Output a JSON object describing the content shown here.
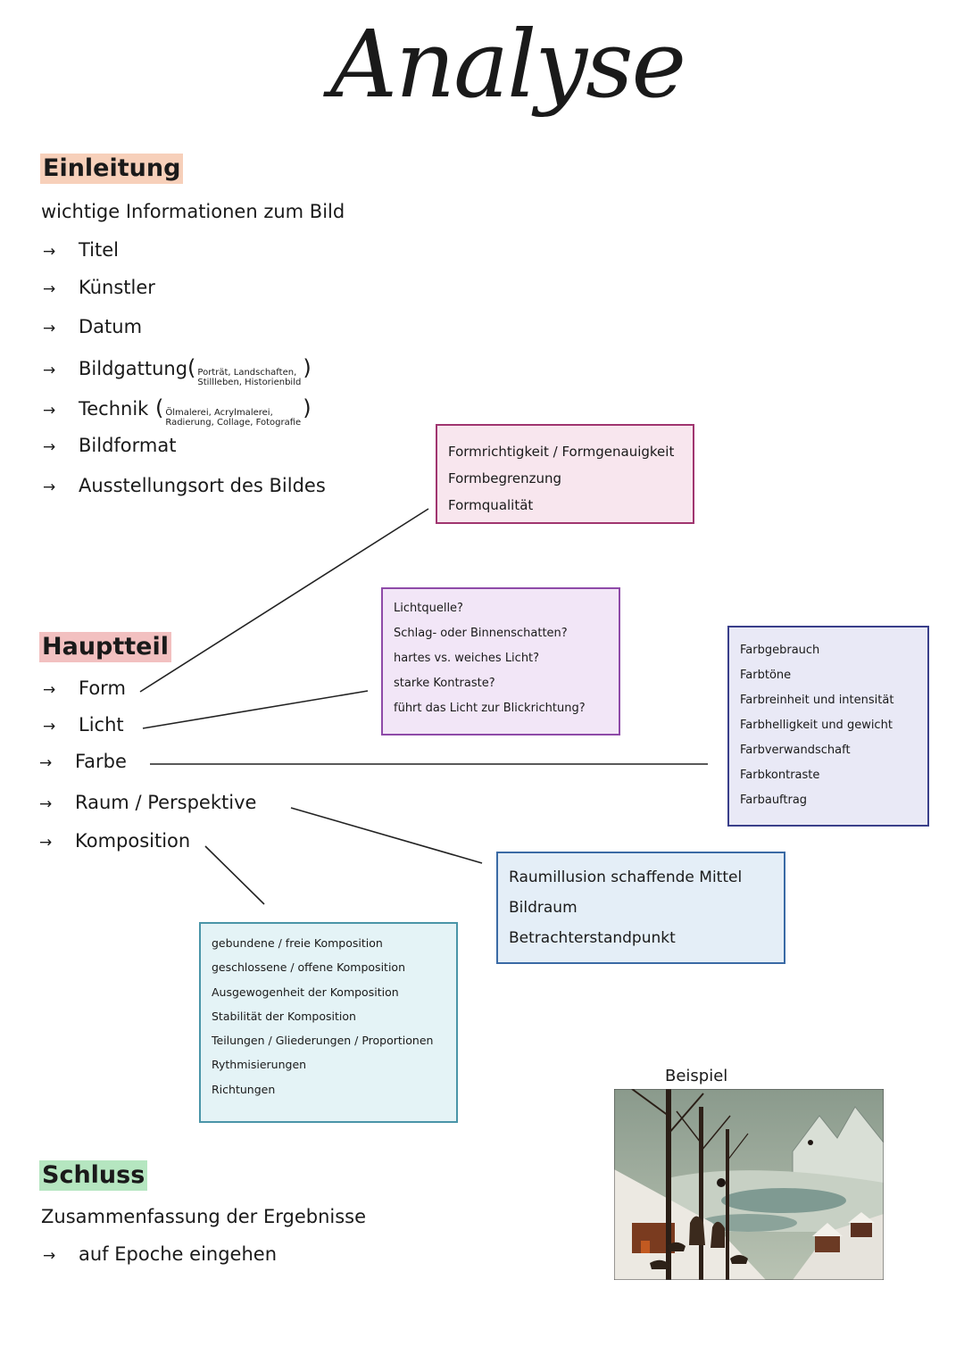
{
  "title": "Analyse",
  "einleitung": {
    "heading": "Einleitung",
    "intro": "wichtige Informationen zum Bild",
    "items": [
      {
        "label": "Titel"
      },
      {
        "label": "Künstler"
      },
      {
        "label": "Datum"
      },
      {
        "label": "Bildgattung",
        "note_line1": "Porträt, Landschaften,",
        "note_line2": "Stillleben, Historienbild"
      },
      {
        "label": "Technik",
        "note_line1": "Ölmalerei, Acrylmalerei,",
        "note_line2": "Radierung, Collage, Fotografie"
      },
      {
        "label": "Bildformat"
      },
      {
        "label": "Ausstellungsort des Bildes"
      }
    ]
  },
  "hauptteil": {
    "heading": "Hauptteil",
    "items": [
      "Form",
      "Licht",
      "Farbe",
      "Raum / Perspektive",
      "Komposition"
    ]
  },
  "boxes": {
    "form": [
      "Formrichtigkeit / Formgenauigkeit",
      "Formbegrenzung",
      "Formqualität"
    ],
    "licht": [
      "Lichtquelle?",
      "Schlag- oder Binnenschatten?",
      "hartes vs. weiches Licht?",
      "starke Kontraste?",
      "führt das Licht zur Blickrichtung?"
    ],
    "farbe": [
      "Farbgebrauch",
      "Farbtöne",
      "Farbreinheit und intensität",
      "Farbhelligkeit und gewicht",
      "Farbverwandschaft",
      "Farbkontraste",
      "Farbauftrag"
    ],
    "raum": [
      "Raumillusion schaffende Mittel",
      "Bildraum",
      "Betrachterstandpunkt"
    ],
    "komposition": [
      "gebundene / freie Komposition",
      "geschlossene / offene Komposition",
      "Ausgewogenheit der Komposition",
      "Stabilität der Komposition",
      "Teilungen / Gliederungen / Proportionen",
      "Rythmisierungen",
      "Richtungen"
    ]
  },
  "schluss": {
    "heading": "Schluss",
    "intro": "Zusammenfassung der Ergebnisse",
    "items": [
      "auf Epoche eingehen"
    ]
  },
  "beispiel": {
    "label": "Beispiel"
  },
  "icons": {
    "arrow": "→"
  },
  "colors": {
    "einleitung_highlight": "#f0aa82",
    "hauptteil_highlight": "#e68282",
    "schluss_highlight": "#78d28c"
  }
}
